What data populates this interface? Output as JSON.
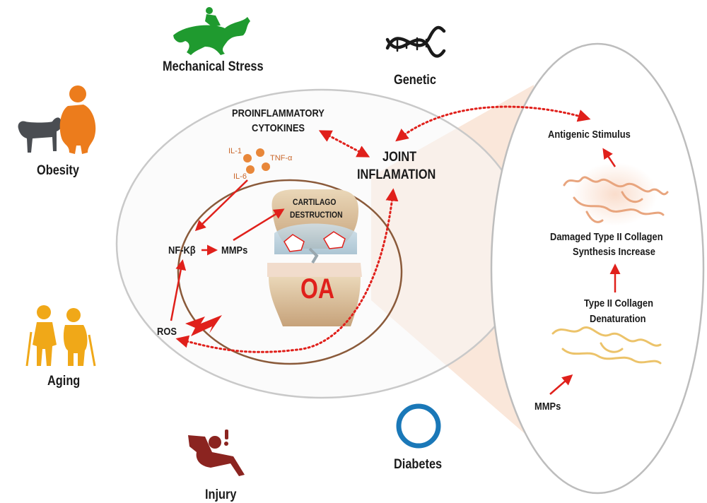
{
  "risk_factors": {
    "mechanical_stress": "Mechanical Stress",
    "genetic": "Genetic",
    "obesity": "Obesity",
    "aging": "Aging",
    "injury": "Injury",
    "diabetes": "Diabetes"
  },
  "inflammation": {
    "proinflammatory_line1": "PROINFLAMMATORY",
    "proinflammatory_line2": "CYTOKINES",
    "cytokine_il1": "IL-1",
    "cytokine_tnf": "TNF-α",
    "cytokine_il6": "IL-6",
    "joint_line1": "JOINT",
    "joint_line2": "INFLAMATION",
    "cartilago_line1": "CARTILAGO",
    "cartilago_line2": "DESTRUCTION",
    "nfkb": "NF-Kβ",
    "mmps": "MMPs",
    "ros": "ROS",
    "oa": "OA"
  },
  "collagen_panel": {
    "antigenic": "Antigenic Stimulus",
    "damaged_line1": "Damaged Type II Collagen",
    "damaged_line2": "Synthesis Increase",
    "denaturation_line1": "Type II Collagen",
    "denaturation_line2": "Denaturation",
    "mmps": "MMPs"
  },
  "colors": {
    "arrow_red": "#e0201b",
    "horse_green": "#1f9a2f",
    "obesity_orange": "#ec7c1c",
    "aging_yellow": "#f0a818",
    "injury_maroon": "#8b2420",
    "diabetes_blue": "#1a78b8",
    "cytokine_orange": "#e8873a"
  }
}
